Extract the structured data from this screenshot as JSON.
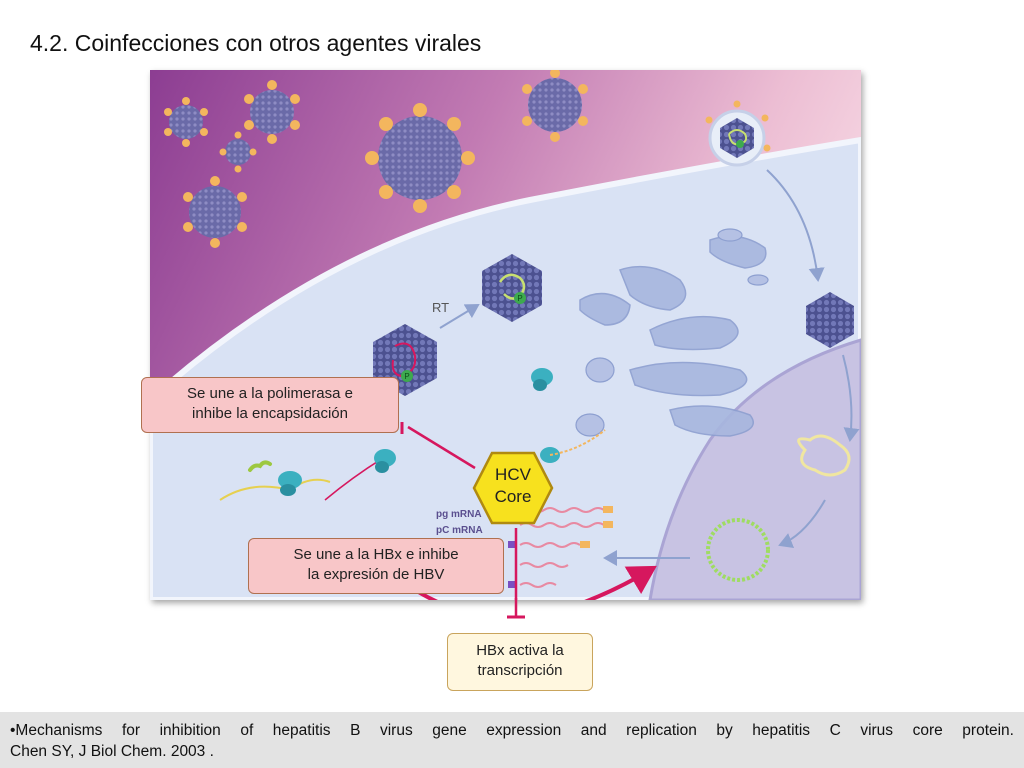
{
  "slide": {
    "title": "4.2. Coinfecciones con otros agentes virales"
  },
  "diagram": {
    "rt_label": "RT",
    "pg_label": "pg mRNA",
    "pc_label": "pC mRNA",
    "p_label": "P",
    "hcv_core": {
      "line1": "HCV",
      "line2": "Core",
      "fill_color": "#f7e11e",
      "stroke_color": "#b08a10"
    },
    "callout_polymerase": {
      "line1": "Se une a la polimerasa e",
      "line2": "inhibe la encapsidación"
    },
    "callout_hbx": {
      "line1": "Se une a la HBx e inhibe",
      "line2": "la expresión de HBV"
    },
    "callout_transcription": {
      "line1": "HBx activa la",
      "line2": "transcripción"
    },
    "colors": {
      "inhibition": "#d6175e",
      "arrow": "#8fa2cf",
      "virus": "#5a5f9e",
      "spike": "#f3b65e",
      "cytoplasm": "#d9e2f4",
      "nucleus": "#c8c3e3"
    }
  },
  "footer": {
    "line1": "•Mechanisms for inhibition of hepatitis B virus gene expression and replication by hepatitis C virus core protein.",
    "line2": "Chen SY, J Biol Chem. 2003 ."
  }
}
